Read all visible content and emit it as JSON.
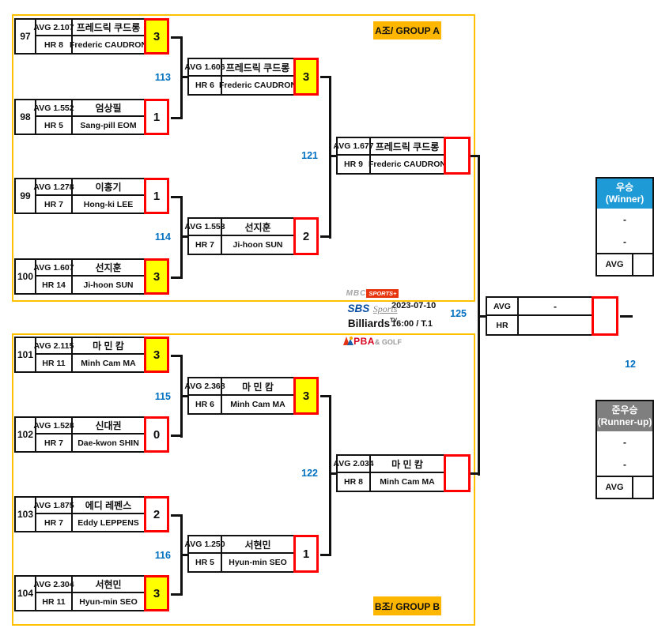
{
  "tournament": {
    "date": "2023-07-10",
    "time": "16:00 / T.1",
    "group_a_label": "A조/ GROUP A",
    "group_b_label": "B조/ GROUP B"
  },
  "broadcasters": {
    "mbc_prefix": "MBC",
    "mbc_suffix": "SPORTS+",
    "sbs_prefix": "SBS",
    "sbs_suffix": "Sports",
    "billiards_name": "Billiards",
    "billiards_sup": "TV",
    "pba_name": "PBA",
    "pba_suffix": "& GOLF"
  },
  "bracket_numbers": {
    "n113": "113",
    "n114": "114",
    "n115": "115",
    "n116": "116",
    "n121": "121",
    "n122": "122",
    "n125": "125",
    "n126_partial": "12"
  },
  "matches": {
    "m97": {
      "num": "97",
      "avg": "AVG 2.107",
      "hr": "HR 8",
      "kr": "프레드릭 쿠드롱",
      "en": "Frederic CAUDRON",
      "score": "3"
    },
    "m98": {
      "num": "98",
      "avg": "AVG 1.552",
      "hr": "HR 5",
      "kr": "엄상필",
      "en": "Sang-pill EOM",
      "score": "1"
    },
    "m99": {
      "num": "99",
      "avg": "AVG 1.278",
      "hr": "HR 7",
      "kr": "이홍기",
      "en": "Hong-ki LEE",
      "score": "1"
    },
    "m100": {
      "num": "100",
      "avg": "AVG 1.607",
      "hr": "HR 14",
      "kr": "선지훈",
      "en": "Ji-hoon SUN",
      "score": "3"
    },
    "m101": {
      "num": "101",
      "avg": "AVG 2.115",
      "hr": "HR 11",
      "kr": "마 민 캄",
      "en": "Minh Cam MA",
      "score": "3"
    },
    "m102": {
      "num": "102",
      "avg": "AVG 1.528",
      "hr": "HR 7",
      "kr": "신대권",
      "en": "Dae-kwon SHIN",
      "score": "0"
    },
    "m103": {
      "num": "103",
      "avg": "AVG 1.875",
      "hr": "HR 7",
      "kr": "에디 레펜스",
      "en": "Eddy LEPPENS",
      "score": "2"
    },
    "m104": {
      "num": "104",
      "avg": "AVG 2.304",
      "hr": "HR 11",
      "kr": "서현민",
      "en": "Hyun-min SEO",
      "score": "3"
    },
    "r113": {
      "avg": "AVG 1.606",
      "hr": "HR 6",
      "kr": "프레드릭 쿠드롱",
      "en": "Frederic CAUDRON",
      "score": "3"
    },
    "r114": {
      "avg": "AVG 1.553",
      "hr": "HR 7",
      "kr": "선지훈",
      "en": "Ji-hoon SUN",
      "score": "2"
    },
    "r115": {
      "avg": "AVG 2.368",
      "hr": "HR 6",
      "kr": "마 민 캄",
      "en": "Minh Cam MA",
      "score": "3"
    },
    "r116": {
      "avg": "AVG 1.250",
      "hr": "HR 5",
      "kr": "서현민",
      "en": "Hyun-min SEO",
      "score": "1"
    },
    "r121": {
      "avg": "AVG 1.677",
      "hr": "HR 9",
      "kr": "프레드릭 쿠드롱",
      "en": "Frederic CAUDRON",
      "score": ""
    },
    "r122": {
      "avg": "AVG 2.034",
      "hr": "HR 8",
      "kr": "마 민 캄",
      "en": "Minh Cam MA",
      "score": ""
    }
  },
  "final": {
    "avg_label": "AVG",
    "hr_label": "HR",
    "avg_value": "-",
    "hr_value": "",
    "score": ""
  },
  "winner_box": {
    "title_kr": "우승",
    "title_en": "(Winner)",
    "name_kr": "-",
    "name_en": "-",
    "avg_label": "AVG"
  },
  "runnerup_box": {
    "title_kr": "준우승",
    "title_en": "(Runner-up)",
    "name_kr": "-",
    "name_en": "-",
    "avg_label": "AVG"
  },
  "colors": {
    "group_border": "#FFC000",
    "badge_bg": "#FFB600",
    "win_yellow": "#FFFF00",
    "score_border_red": "#FF0000",
    "number_blue": "#0070C0",
    "winner_header_blue": "#1E9BD7",
    "runnerup_header_gray": "#7F7F7F"
  }
}
